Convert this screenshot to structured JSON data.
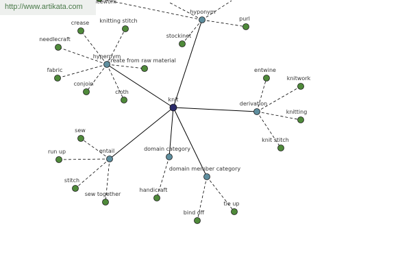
{
  "watermark": {
    "text": "http://www.artikata.com"
  },
  "colors": {
    "center": "#2a2a6a",
    "relation": "#5e8e9e",
    "leaf": "#4f8a3a",
    "edge": "#000000",
    "text": "#333333"
  },
  "graph": {
    "center": {
      "id": "knit",
      "label": "knit"
    },
    "relations": [
      {
        "id": "hyponym",
        "label": "hyponym"
      },
      {
        "id": "hypernym",
        "label": "hypernym"
      },
      {
        "id": "derivation",
        "label": "derivation"
      },
      {
        "id": "entail",
        "label": "entail"
      },
      {
        "id": "domain-category",
        "label": "domain category"
      },
      {
        "id": "domain-member-category",
        "label": "domain member category"
      }
    ],
    "leaves": [
      {
        "id": "lacework",
        "label": "lacework",
        "rel": "hyponym"
      },
      {
        "id": "purl",
        "label": "purl",
        "rel": "hyponym"
      },
      {
        "id": "stockinet",
        "label": "stockinet",
        "rel": "hyponym"
      },
      {
        "id": "crease",
        "label": "crease",
        "rel": "hypernym"
      },
      {
        "id": "knitting-stitch",
        "label": "knitting stitch",
        "rel": "hypernym"
      },
      {
        "id": "needlecraft",
        "label": "needlecraft",
        "rel": "hypernym"
      },
      {
        "id": "create-from-raw-material",
        "label": "create from raw material",
        "rel": "hypernym"
      },
      {
        "id": "fabric",
        "label": "fabric",
        "rel": "hypernym"
      },
      {
        "id": "conjoin",
        "label": "conjoin",
        "rel": "hypernym"
      },
      {
        "id": "cloth",
        "label": "cloth",
        "rel": "hypernym"
      },
      {
        "id": "entwine",
        "label": "entwine",
        "rel": "derivation"
      },
      {
        "id": "knitwork",
        "label": "knitwork",
        "rel": "derivation"
      },
      {
        "id": "knitting",
        "label": "knitting",
        "rel": "derivation"
      },
      {
        "id": "knit-stitch",
        "label": "knit stitch",
        "rel": "derivation"
      },
      {
        "id": "sew",
        "label": "sew",
        "rel": "entail"
      },
      {
        "id": "run-up",
        "label": "run up",
        "rel": "entail"
      },
      {
        "id": "stitch",
        "label": "stitch",
        "rel": "entail"
      },
      {
        "id": "sew-together",
        "label": "sew together",
        "rel": "entail"
      },
      {
        "id": "handicraft",
        "label": "handicraft",
        "rel": "domain-category"
      },
      {
        "id": "bind-off",
        "label": "bind off",
        "rel": "domain-member-category"
      },
      {
        "id": "tie-up",
        "label": "tie up",
        "rel": "domain-member-category"
      }
    ]
  }
}
